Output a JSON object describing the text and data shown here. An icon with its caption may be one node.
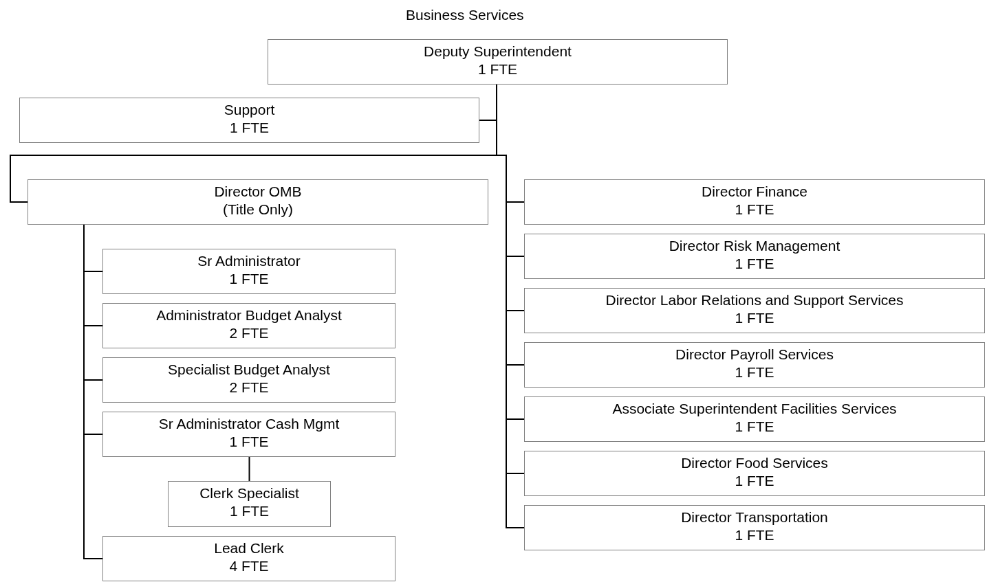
{
  "diagram": {
    "title": "Business Services",
    "nodes": [
      {
        "text": [
          "Deputy Superintendent",
          "1 FTE"
        ]
      },
      {
        "text": [
          "Support",
          "1 FTE"
        ]
      },
      {
        "text": [
          "Director OMB",
          "(Title Only)"
        ]
      },
      {
        "text": [
          "Sr Administrator",
          "1 FTE"
        ]
      },
      {
        "text": [
          "Administrator Budget Analyst",
          "2 FTE"
        ]
      },
      {
        "text": [
          "Specialist Budget Analyst",
          "2 FTE"
        ]
      },
      {
        "text": [
          "Sr Administrator Cash Mgmt",
          "1 FTE"
        ]
      },
      {
        "text": [
          "Clerk Specialist",
          "1 FTE"
        ]
      },
      {
        "text": [
          "Lead Clerk",
          "4 FTE"
        ]
      },
      {
        "text": [
          "Director Finance",
          "1 FTE"
        ]
      },
      {
        "text": [
          "Director Risk Management",
          "1 FTE"
        ]
      },
      {
        "text": [
          "Director Labor Relations and Support Services",
          "1 FTE"
        ]
      },
      {
        "text": [
          "Director Payroll Services",
          "1 FTE"
        ]
      },
      {
        "text": [
          "Associate Superintendent Facilities Services",
          "1 FTE"
        ]
      },
      {
        "text": [
          "Director Food Services",
          "1 FTE"
        ]
      },
      {
        "text": [
          "Director Transportation",
          "1 FTE"
        ]
      }
    ],
    "edges": [
      {
        "from": 0,
        "to": 1,
        "arrow": "none"
      },
      {
        "from": 0,
        "to": 2,
        "arrow": "none"
      },
      {
        "from": 0,
        "to": 9,
        "arrow": "none"
      },
      {
        "from": 0,
        "to": 10,
        "arrow": "none"
      },
      {
        "from": 0,
        "to": 11,
        "arrow": "none"
      },
      {
        "from": 0,
        "to": 12,
        "arrow": "none"
      },
      {
        "from": 0,
        "to": 13,
        "arrow": "none"
      },
      {
        "from": 0,
        "to": 14,
        "arrow": "none"
      },
      {
        "from": 0,
        "to": 15,
        "arrow": "none"
      },
      {
        "from": 2,
        "to": 3,
        "arrow": "none"
      },
      {
        "from": 2,
        "to": 4,
        "arrow": "none"
      },
      {
        "from": 2,
        "to": 5,
        "arrow": "none"
      },
      {
        "from": 2,
        "to": 6,
        "arrow": "none"
      },
      {
        "from": 2,
        "to": 8,
        "arrow": "none"
      },
      {
        "from": 6,
        "to": 7,
        "arrow": "none"
      }
    ]
  }
}
